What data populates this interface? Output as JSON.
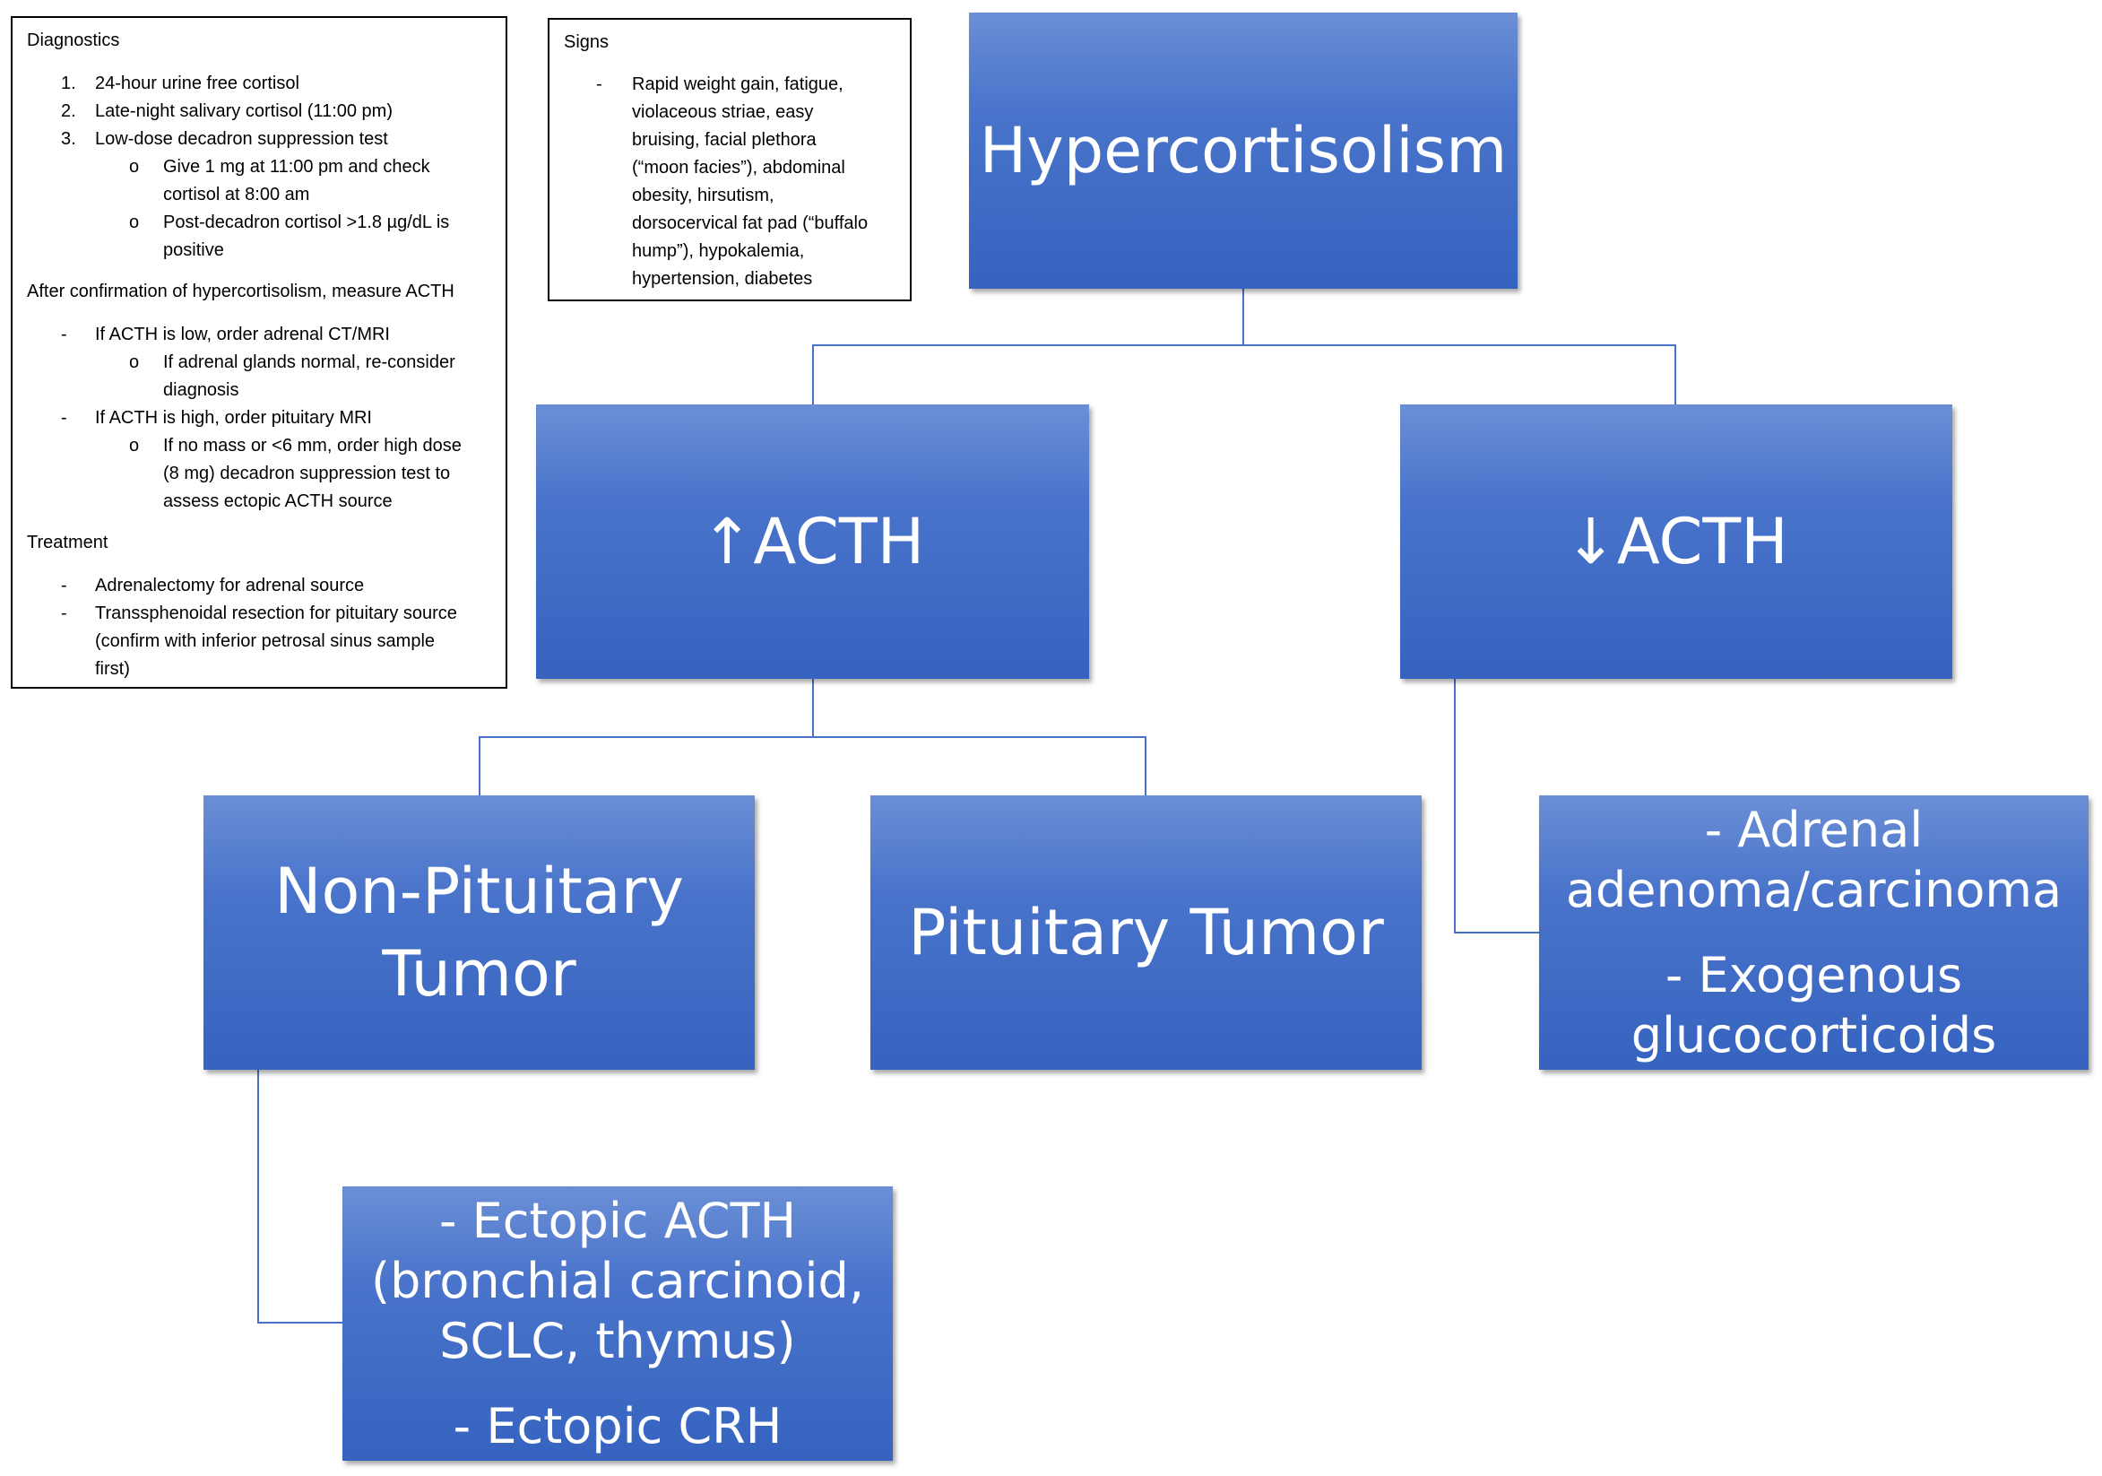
{
  "diagnostics_box": {
    "title": "Diagnostics",
    "steps": [
      {
        "marker": "1.",
        "text": "24-hour urine free cortisol"
      },
      {
        "marker": "2.",
        "text": "Late-night salivary cortisol (11:00 pm)"
      },
      {
        "marker": "3.",
        "text": "Low-dose decadron suppression test"
      }
    ],
    "sub_steps": [
      {
        "marker": "o",
        "lines": [
          "Give 1 mg at 11:00 pm and check",
          "cortisol at 8:00 am"
        ]
      },
      {
        "marker": "o",
        "lines": [
          "Post-decadron cortisol >1.8 µg/dL is",
          "positive"
        ]
      }
    ],
    "after_title": "After confirmation of hypercortisolism, measure ACTH",
    "acth_low": {
      "marker": "-",
      "text": "If ACTH is low, order adrenal CT/MRI"
    },
    "acth_low_sub": {
      "marker": "o",
      "lines": [
        "If adrenal glands normal, re-consider",
        "diagnosis"
      ]
    },
    "acth_high": {
      "marker": "-",
      "text": "If ACTH is high, order pituitary MRI"
    },
    "acth_high_sub": {
      "marker": "o",
      "lines": [
        "If no mass or <6 mm, order high dose",
        "(8 mg) decadron suppression test to",
        "assess ectopic ACTH source"
      ]
    },
    "treatment_title": "Treatment",
    "treatments": [
      {
        "marker": "-",
        "lines": [
          "Adrenalectomy for adrenal source"
        ]
      },
      {
        "marker": "-",
        "lines": [
          "Transsphenoidal resection for pituitary source",
          "(confirm with inferior petrosal sinus sample",
          "first)"
        ]
      }
    ]
  },
  "signs_box": {
    "title": "Signs",
    "marker": "-",
    "lines": [
      "Rapid weight gain, fatigue,",
      "violaceous striae, easy",
      "bruising, facial plethora",
      "(“moon facies”), abdominal",
      "obesity, hirsutism,",
      "dorsocervical fat pad (“buffalo",
      "hump”), hypokalemia,",
      "hypertension, diabetes"
    ]
  },
  "nodes": {
    "root": {
      "lines": [
        "Hypercortisolism"
      ]
    },
    "high_acth": {
      "lines": [
        "↑ACTH"
      ]
    },
    "low_acth": {
      "lines": [
        "↓ACTH"
      ]
    },
    "non_pituitary": {
      "lines": [
        "Non-Pituitary",
        "Tumor"
      ]
    },
    "pituitary": {
      "lines": [
        "Pituitary Tumor"
      ]
    },
    "adrenal": {
      "lines": [
        "- Adrenal",
        "adenoma/carcinoma"
      ],
      "lines2": [
        "- Exogenous",
        "glucocorticoids"
      ]
    },
    "ectopic": {
      "lines": [
        "- Ectopic ACTH",
        "(bronchial carcinoid,",
        "SCLC, thymus)"
      ],
      "lines2": [
        "- Ectopic CRH"
      ]
    }
  },
  "colors": {
    "node_fill_top": "#6b8fd6",
    "node_fill_bottom": "#3563bf",
    "connector": "#4a72c4",
    "node_text": "#ffffff",
    "box_border": "#000000"
  }
}
